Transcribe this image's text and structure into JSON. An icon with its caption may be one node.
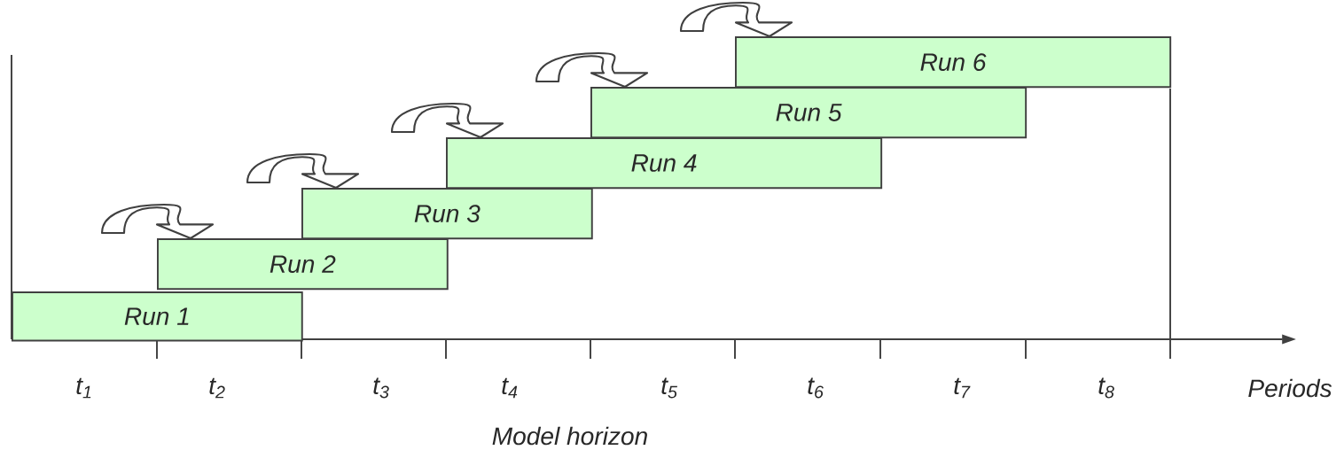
{
  "diagram": {
    "nodes": [
      {
        "text": [
          "Run 1"
        ]
      },
      {
        "text": [
          "Run 2"
        ]
      },
      {
        "text": [
          "Run 3"
        ]
      },
      {
        "text": [
          "Run 4"
        ]
      },
      {
        "text": [
          "Run 5"
        ]
      },
      {
        "text": [
          "Run 6"
        ]
      }
    ],
    "edges": [
      {
        "from": 0,
        "to": 1,
        "arrow": "to"
      },
      {
        "from": 1,
        "to": 2,
        "arrow": "to"
      },
      {
        "from": 2,
        "to": 3,
        "arrow": "to"
      },
      {
        "from": 3,
        "to": 4,
        "arrow": "to"
      },
      {
        "from": 4,
        "to": 5,
        "arrow": "to"
      }
    ],
    "labels": [
      "t$_{1}$",
      "t$_{2}$",
      "t$_{3}$",
      "t$_{4}$",
      "t$_{5}$",
      "t$_{6}$",
      "t$_{7}$",
      "t$_{8}$",
      "Periods",
      "Model horizon"
    ]
  }
}
